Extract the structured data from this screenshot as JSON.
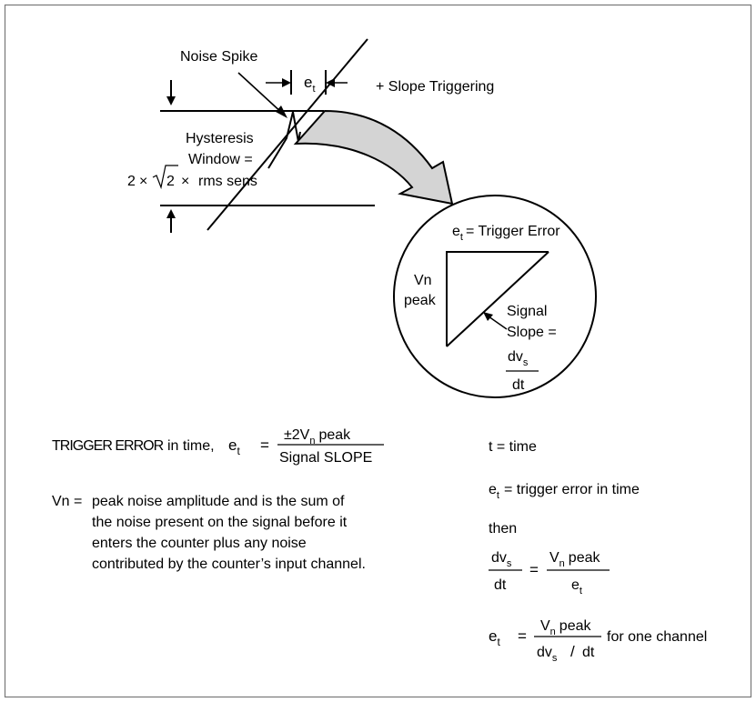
{
  "diagram": {
    "labels": {
      "noise_spike": "Noise Spike",
      "slope_triggering": "+ Slope Triggering",
      "hysteresis_line1": "Hysteresis",
      "hysteresis_line2": "Window =",
      "hysteresis_formula_prefix": "2",
      "hysteresis_times": "×",
      "hysteresis_sqrt_arg": "2",
      "hysteresis_formula_suffix": "rms sens",
      "et_base": "e",
      "et_sub": "t",
      "circle_trigger_error": "= Trigger Error",
      "vn": "Vn",
      "peak": "peak",
      "signal": "Signal",
      "slope_eq": "Slope =",
      "dv": "dv",
      "dv_sub": "s",
      "dt": "dt"
    },
    "trigger_error_formula": {
      "caps_label": "TRIGGER ERROR",
      "in_time": "in time,",
      "e": "e",
      "e_sub": "t",
      "equals": "=",
      "numerator_pre": "±2V",
      "numerator_sub": "n",
      "numerator_post": "peak",
      "denominator": "Signal SLOPE"
    },
    "vn_definition": {
      "term": "Vn =",
      "line1": "peak noise amplitude and is the sum of",
      "line2": "the noise present on the signal before it",
      "line3": "enters the counter plus any noise",
      "line4": "contributed by the counter’s input channel."
    },
    "right_equations": {
      "t_def": "t =  time",
      "e": "e",
      "e_sub": "t",
      "et_def": "= trigger error in time",
      "then": "then",
      "dv": "dv",
      "dv_sub": "s",
      "dt": "dt",
      "equals": "=",
      "vn_pre": "V",
      "vn_sub": "n",
      "vn_post": "peak",
      "slash": "/",
      "for_one_channel": "for one channel"
    }
  }
}
